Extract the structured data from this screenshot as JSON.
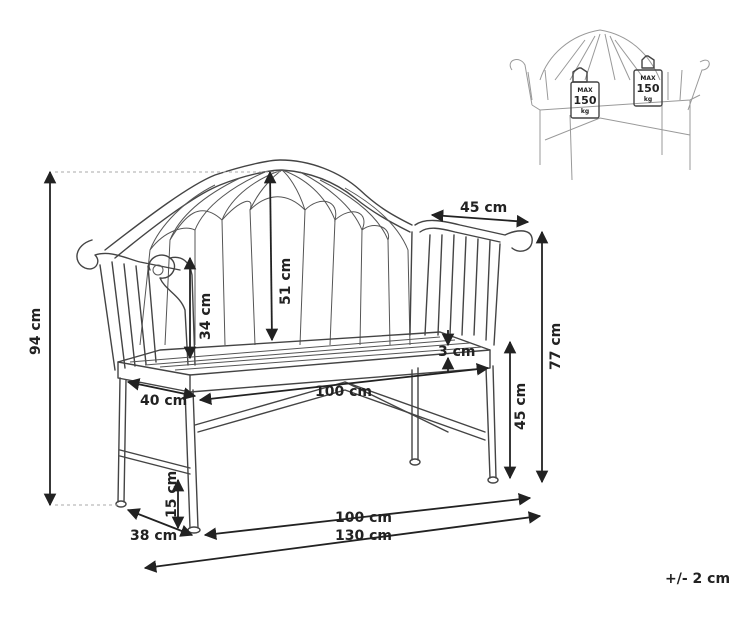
{
  "colors": {
    "line": "#444444",
    "dimension": "#222222",
    "background": "#ffffff"
  },
  "dimensions": {
    "height_total": "94 cm",
    "height_back": "51 cm",
    "backrest_height": "34 cm",
    "armrest_depth": "45 cm",
    "arm_height": "77 cm",
    "seat_height": "45 cm",
    "slat_thickness": "3 cm",
    "seat_depth": "40 cm",
    "seat_width": "100 cm",
    "foot_height": "15 cm",
    "base_depth": "38 cm",
    "base_width": "100 cm",
    "total_width": "130 cm"
  },
  "weight_badges": [
    {
      "max": "MAX",
      "value": "150",
      "unit": "kg"
    },
    {
      "max": "MAX",
      "value": "150",
      "unit": "kg"
    }
  ],
  "tolerance": "+/- 2 cm"
}
